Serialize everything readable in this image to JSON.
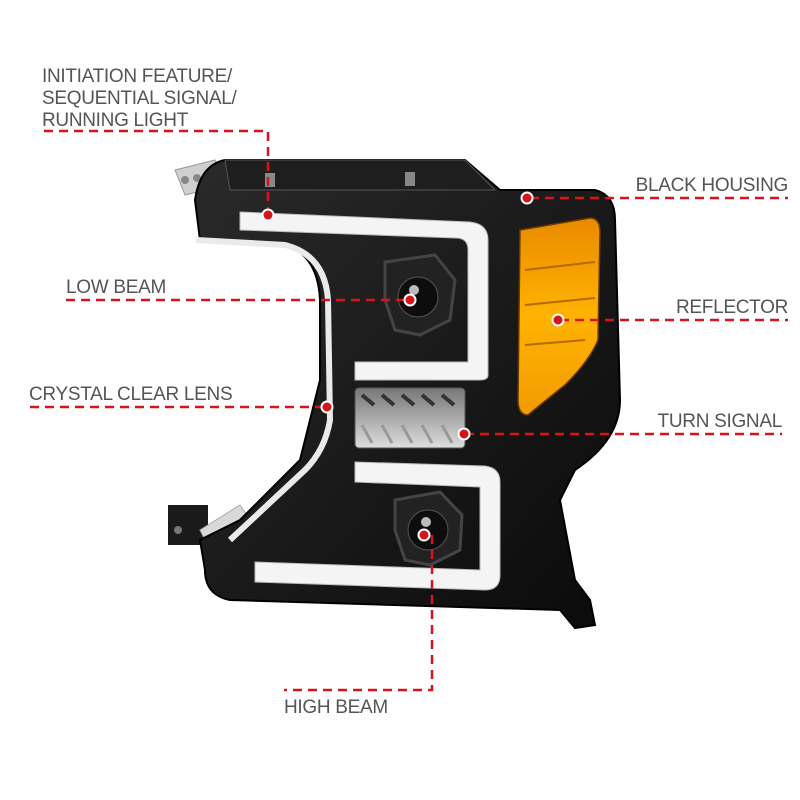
{
  "diagram": {
    "subject": "Headlight assembly (black housing, amber reflector)",
    "callout_color": "#d7141a",
    "housing_color": "#111111",
    "reflector_color": "#f5a000",
    "labels": {
      "initiation_line1": "INITIATION FEATURE/",
      "initiation_line2": "SEQUENTIAL SIGNAL/",
      "initiation_line3": "RUNNING LIGHT",
      "low_beam": "LOW BEAM",
      "crystal_clear_lens": "CRYSTAL CLEAR LENS",
      "black_housing": "BLACK HOUSING",
      "reflector": "REFLECTOR",
      "turn_signal": "TURN SIGNAL",
      "high_beam": "HIGH BEAM"
    }
  }
}
